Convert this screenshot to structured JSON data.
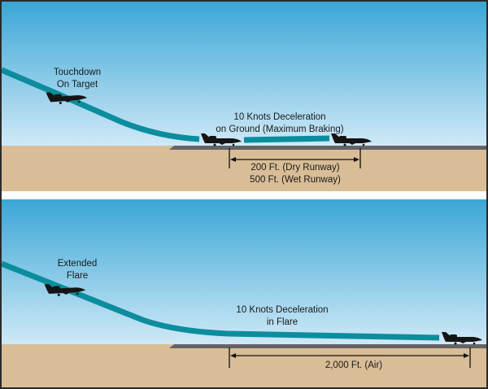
{
  "colors": {
    "sky_top": "#3aa6d6",
    "sky_bottom": "#cfe9f7",
    "ground": "#d8bd96",
    "runway": "#666266",
    "path": "#0c8d9e",
    "aircraft": "#151515",
    "border": "#2a2a2a"
  },
  "panel_top": {
    "label_touchdown": [
      "Touchdown",
      "On Target"
    ],
    "label_deceleration": [
      "10 Knots Deceleration",
      "on Ground (Maximum Braking)"
    ],
    "label_distance": [
      "200 Ft. (Dry Runway)",
      "500 Ft. (Wet Runway)"
    ]
  },
  "panel_bottom": {
    "label_flare": [
      "Extended",
      "Flare"
    ],
    "label_deceleration": [
      "10 Knots Deceleration",
      "in Flare"
    ],
    "label_distance": [
      "2,000 Ft. (Air)"
    ]
  }
}
